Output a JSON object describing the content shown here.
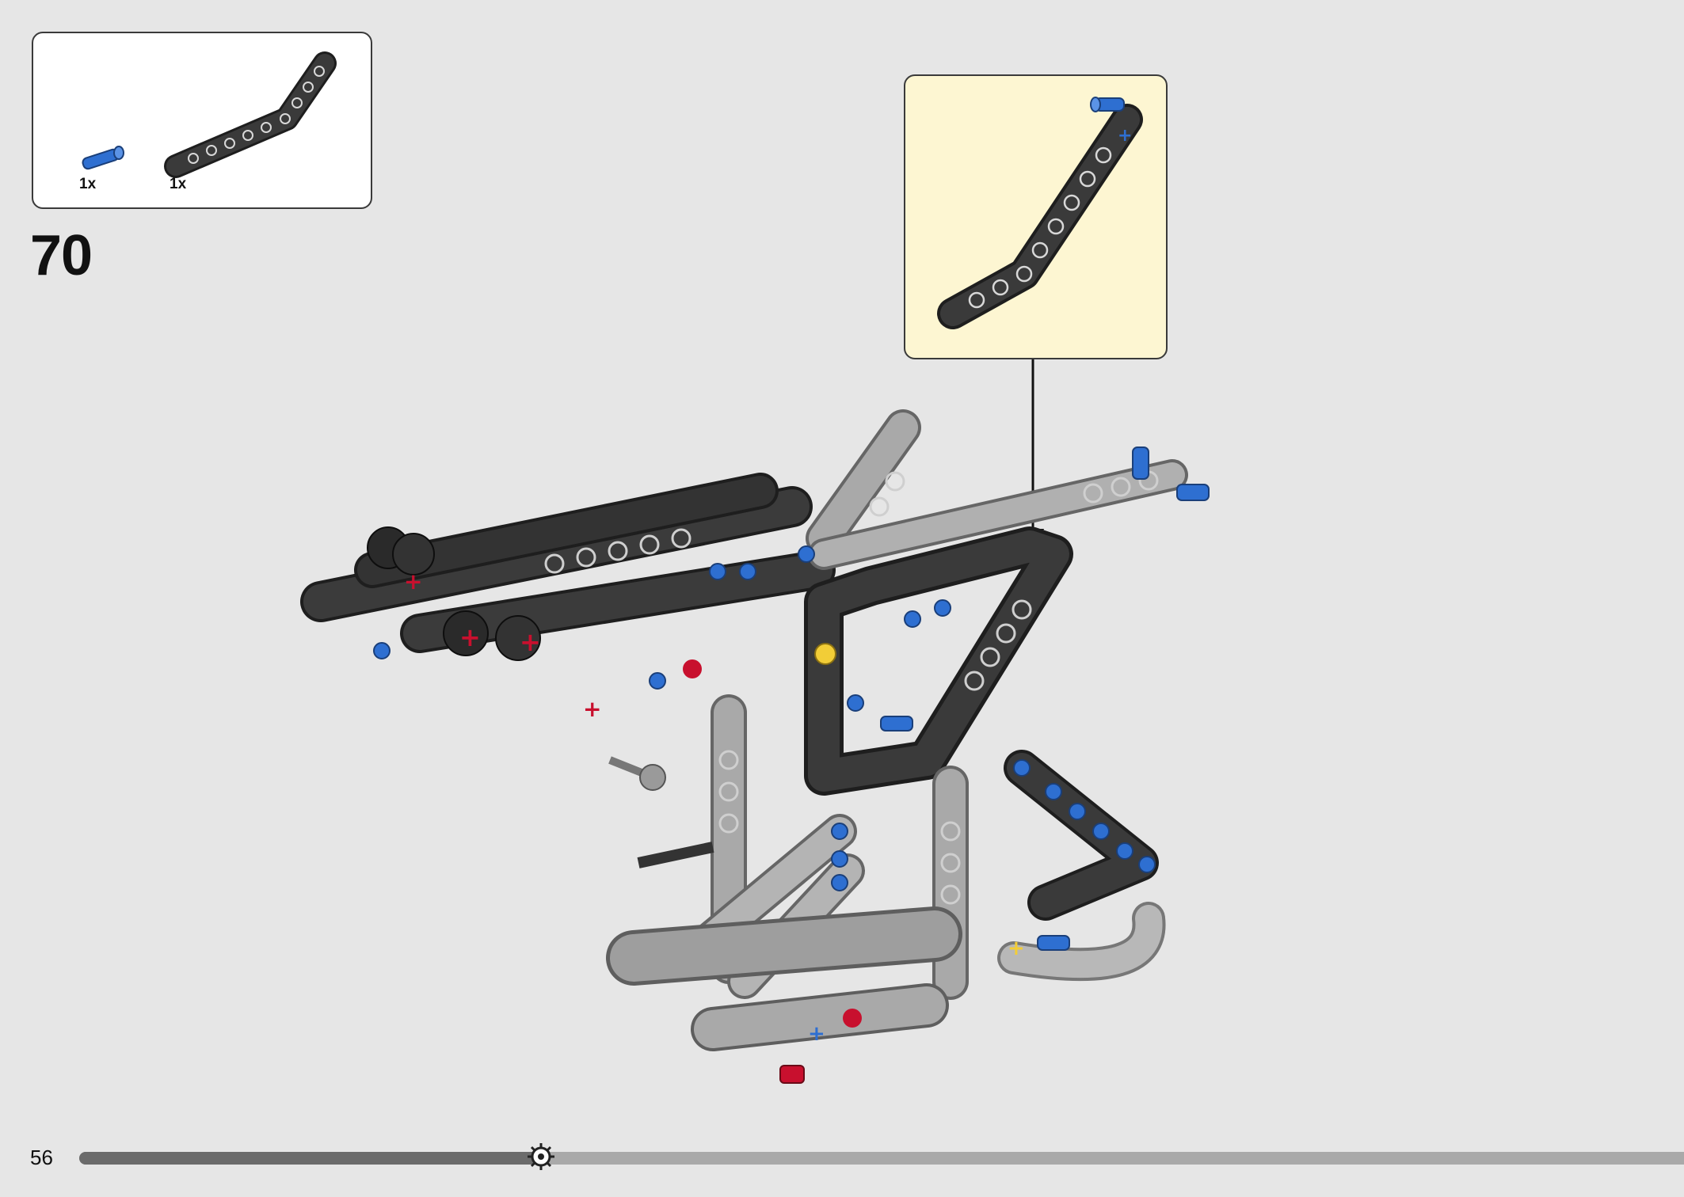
{
  "parts_list": {
    "items": [
      {
        "quantity": "1x",
        "part": "blue-pin",
        "color": "#2e6fd1"
      },
      {
        "quantity": "1x",
        "part": "bent-beam",
        "color": "#2e2e2e"
      }
    ]
  },
  "step": {
    "number": "70"
  },
  "page": {
    "number": "56",
    "progress": 0.285,
    "fill_color": "#6b6b6b",
    "track_color": "#a9a9a9",
    "marker_icon": "gear-icon"
  },
  "callout": {
    "background": "#fdf6d2",
    "part": "bent-beam-with-pin"
  }
}
